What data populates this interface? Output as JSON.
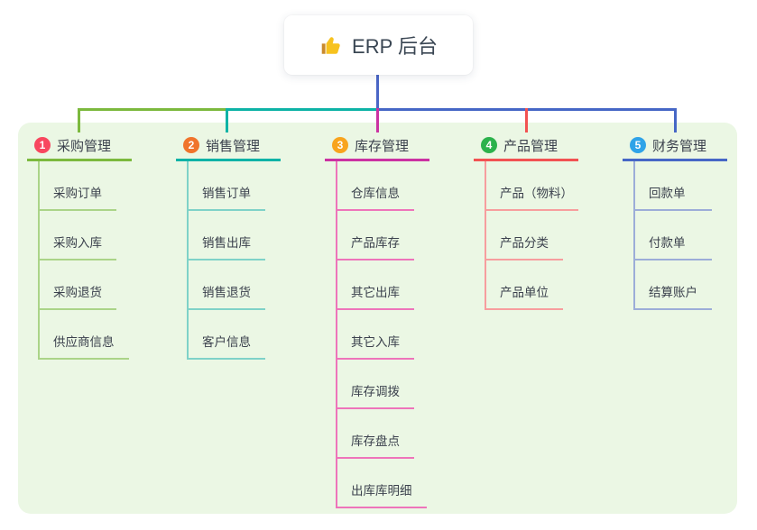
{
  "root": {
    "title": "ERP 后台",
    "icon": "thumbs-up",
    "connector_color": "#4a66c6"
  },
  "colors": {
    "panel_bg": "#ebf7e4",
    "text": "#3b414d",
    "root_bg": "#ffffff"
  },
  "branches": [
    {
      "number": "1",
      "label": "采购管理",
      "badge_color": "#f8475f",
      "line_color": "#7cb93e",
      "child_line_color": "#abd488",
      "items": [
        {
          "label": "采购订单"
        },
        {
          "label": "采购入库"
        },
        {
          "label": "采购退货"
        },
        {
          "label": "供应商信息"
        }
      ]
    },
    {
      "number": "2",
      "label": "销售管理",
      "badge_color": "#f0742c",
      "line_color": "#0db3a6",
      "child_line_color": "#7fd2c8",
      "items": [
        {
          "label": "销售订单"
        },
        {
          "label": "销售出库"
        },
        {
          "label": "销售退货"
        },
        {
          "label": "客户信息"
        }
      ]
    },
    {
      "number": "3",
      "label": "库存管理",
      "badge_color": "#f8a41d",
      "line_color": "#cb32a2",
      "child_line_color": "#ee74ba",
      "items": [
        {
          "label": "仓库信息"
        },
        {
          "label": "产品库存"
        },
        {
          "label": "其它出库"
        },
        {
          "label": "其它入库"
        },
        {
          "label": "库存调拨"
        },
        {
          "label": "库存盘点"
        },
        {
          "label": "出库库明细"
        }
      ]
    },
    {
      "number": "4",
      "label": "产品管理",
      "badge_color": "#2cb24c",
      "line_color": "#f25252",
      "child_line_color": "#f79e9e",
      "items": [
        {
          "label": "产品（物料）"
        },
        {
          "label": "产品分类"
        },
        {
          "label": "产品单位"
        }
      ]
    },
    {
      "number": "5",
      "label": "财务管理",
      "badge_color": "#2fa3e8",
      "line_color": "#4667c6",
      "child_line_color": "#9cadd8",
      "items": [
        {
          "label": "回款单"
        },
        {
          "label": "付款单"
        },
        {
          "label": "结算账户"
        }
      ]
    }
  ]
}
